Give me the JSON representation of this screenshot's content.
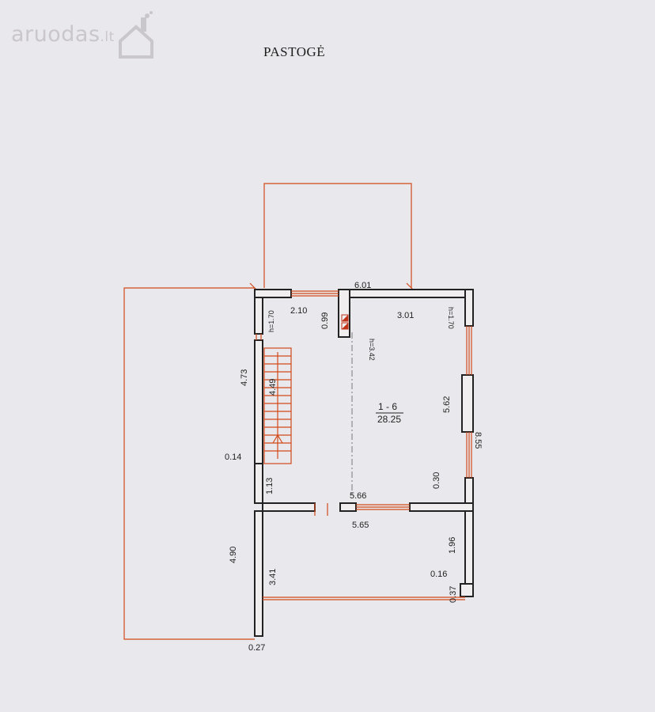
{
  "watermark": {
    "brand": "aruodas",
    "tld": ".lt"
  },
  "page": {
    "title": "PASTOGĖ"
  },
  "plan": {
    "room": {
      "number": "1 - 6",
      "area": "28.25"
    },
    "dimensions": {
      "d601": "6.01",
      "d210": "2.10",
      "d099": "0.99",
      "d301": "3.01",
      "h170_left": "h=1.70",
      "h170_right": "h=1.70",
      "h342": "h=3.42",
      "d473": "4.73",
      "d449": "4.49",
      "d562": "5.62",
      "d855": "8.55",
      "d014": "0.14",
      "d113": "1.13",
      "d030": "0.30",
      "d566": "5.66",
      "d565": "5.65",
      "d490": "4.90",
      "d341": "3.41",
      "d196": "1.96",
      "d016": "0.16",
      "d037": "0.37",
      "d027": "0.27"
    }
  }
}
